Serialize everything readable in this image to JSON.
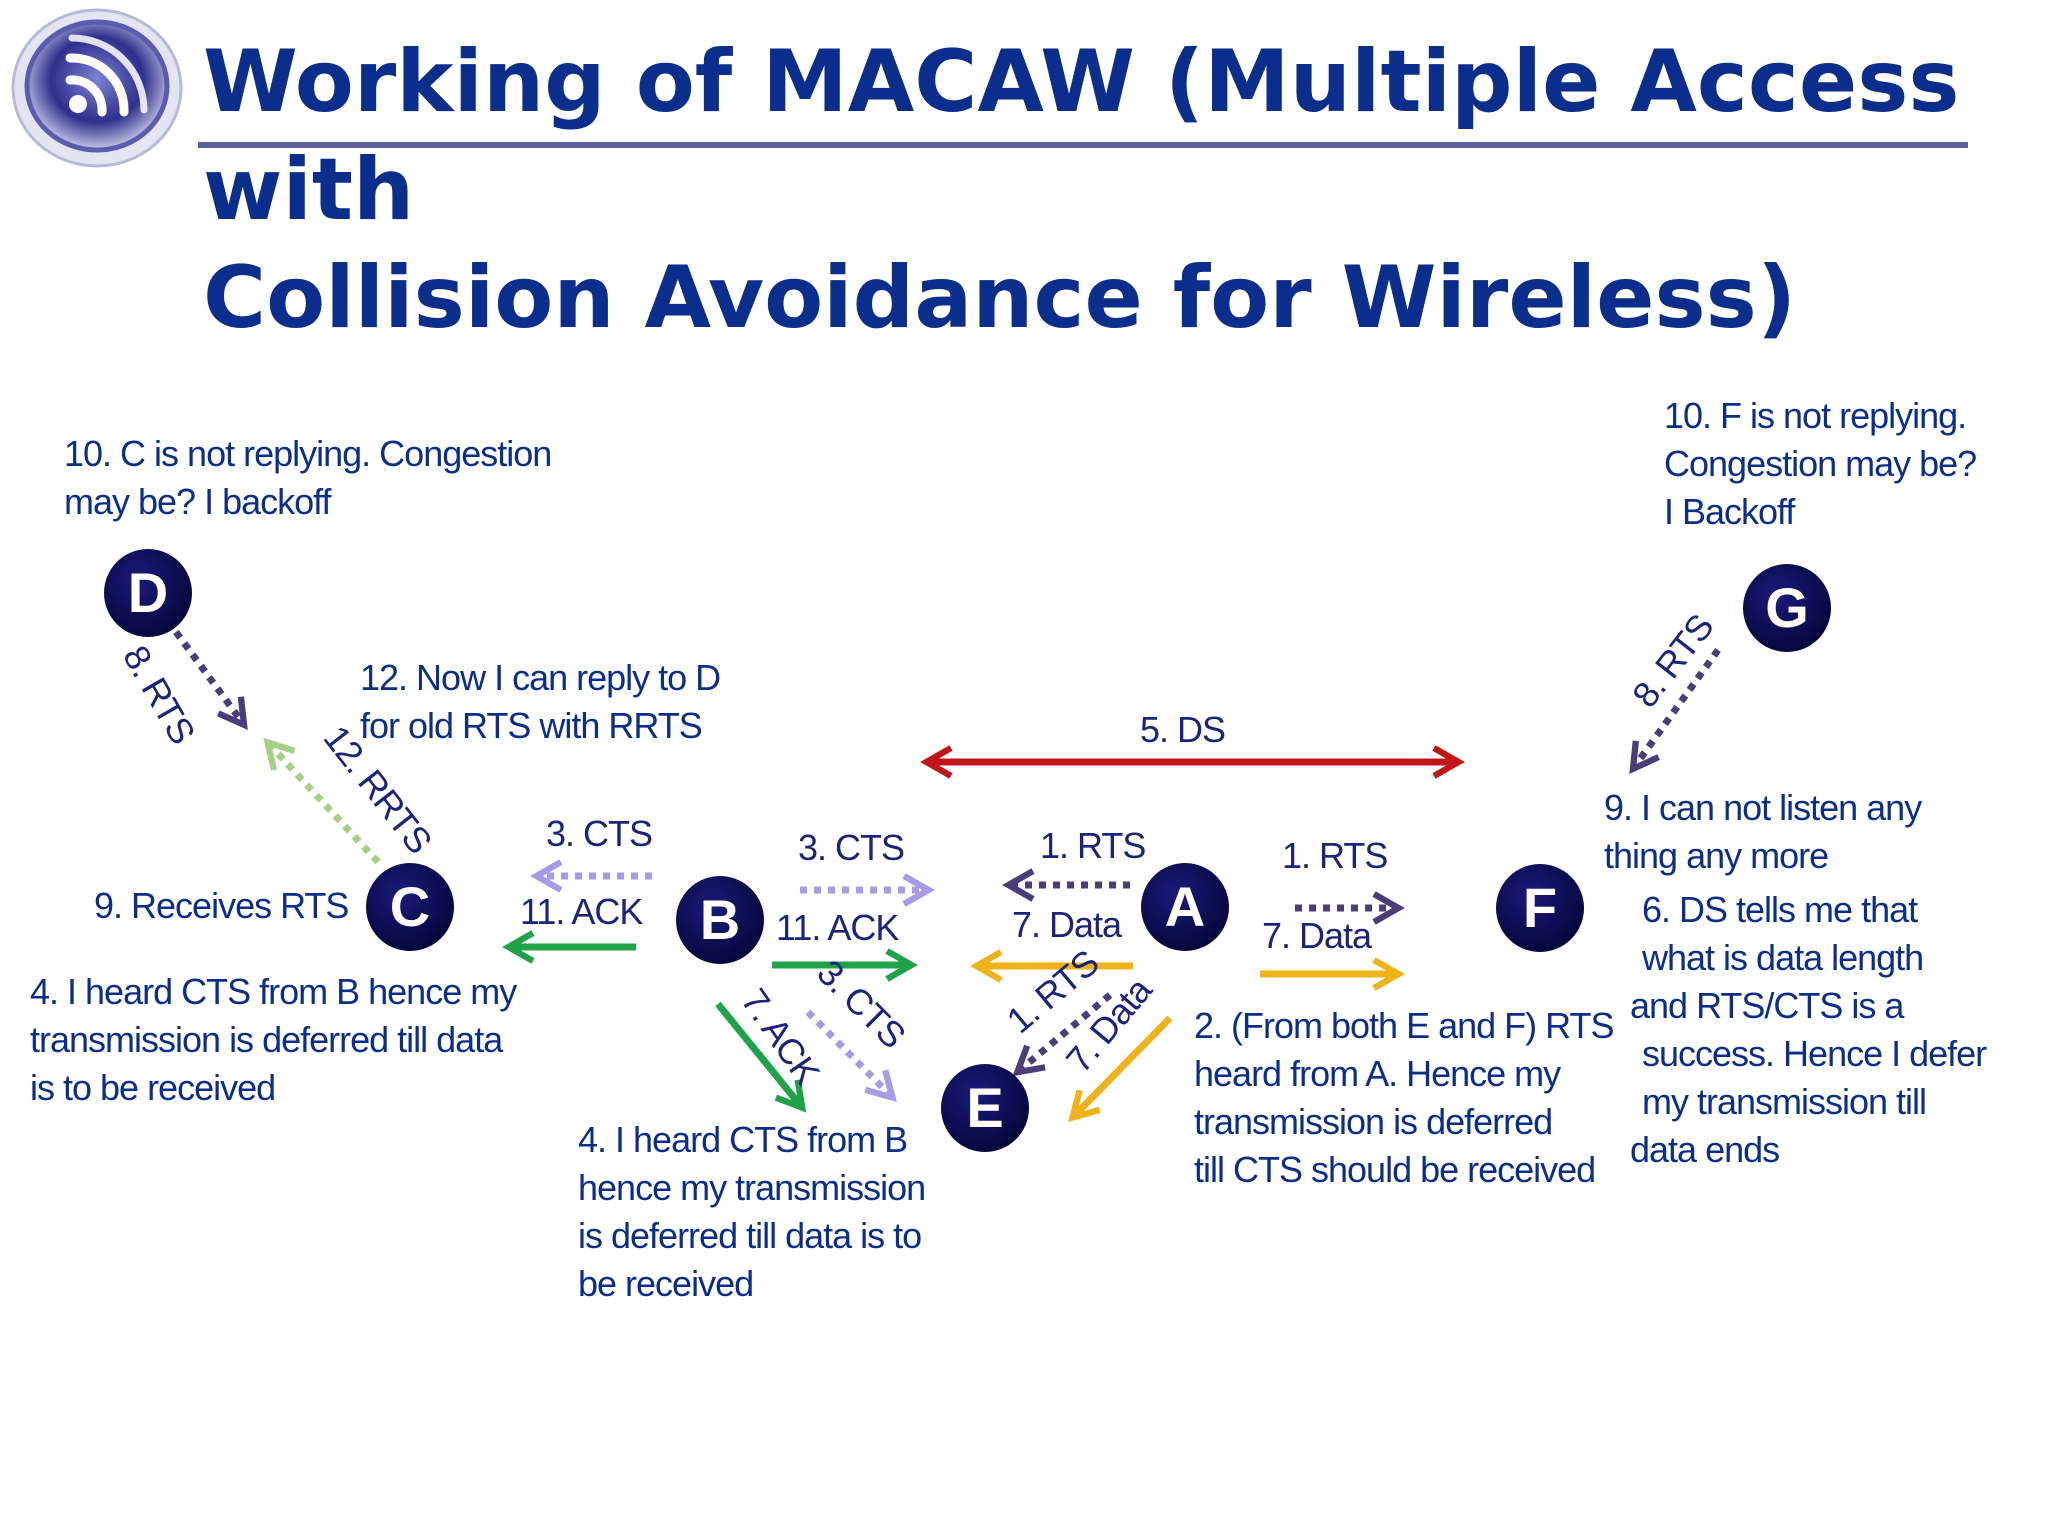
{
  "title": {
    "line1": "Working of MACAW (Multiple Access with",
    "line2": "Collision Avoidance for Wireless)"
  },
  "logo": {
    "icon": "wifi-signal-icon"
  },
  "nodes": {
    "A": "A",
    "B": "B",
    "C": "C",
    "D": "D",
    "E": "E",
    "F": "F",
    "G": "G"
  },
  "arrow_labels": {
    "rts_a_b": "1. RTS",
    "data_a_b": "7. Data",
    "rts_a_f": "1. RTS",
    "data_a_f": "7. Data",
    "rts_a_e": "1. RTS",
    "data_a_e": "7. Data",
    "cts_b_c": "3. CTS",
    "ack_b_c": "11. ACK",
    "cts_b_a": "3. CTS",
    "ack_b_a": "11. ACK",
    "cts_b_e": "3. CTS",
    "ack_b_e": "7. ACK",
    "ds": "5. DS",
    "rts_d_c": "8. RTS",
    "rrts_c_d": "12. RRTS",
    "rts_g_f": "8. RTS"
  },
  "notes": {
    "c_backoff": [
      "10. C is not replying. Congestion",
      "may be? I backoff"
    ],
    "f_backoff": [
      "10. F is not replying.",
      "Congestion may be?",
      "I Backoff"
    ],
    "reply_d": [
      "12. Now I can reply to D",
      "for old RTS with RRTS"
    ],
    "receives_rts": [
      "9. Receives RTS"
    ],
    "c_deferred": [
      "4. I heard CTS from B hence my",
      "transmission is deferred till data",
      "is to be received"
    ],
    "e_deferred": [
      "4. I heard CTS from B",
      "hence  my  transmission",
      "is deferred till data is to",
      "be received"
    ],
    "from_e_f": [
      "2. (From both E and F) RTS",
      "heard from A. Hence my",
      "transmission is deferred",
      "till CTS should be received"
    ],
    "cannot_listen": [
      "9. I can not listen any",
      "thing any more"
    ],
    "ds_tells": [
      "6. DS tells me that",
      "what is data length",
      "and RTS/CTS is a",
      "success. Hence I defer",
      "my transmission till",
      "data ends"
    ]
  },
  "colors": {
    "title": "#0b2d8c",
    "node_fill": "#0a0a5a",
    "rts_dotted": "#4a3d7a",
    "cts_dotted": "#a89ae6",
    "ack_solid": "#1fa24a",
    "data_solid": "#f0b21a",
    "ds_arrow": "#c0161a",
    "rrts_dotted": "#a7cf86"
  }
}
